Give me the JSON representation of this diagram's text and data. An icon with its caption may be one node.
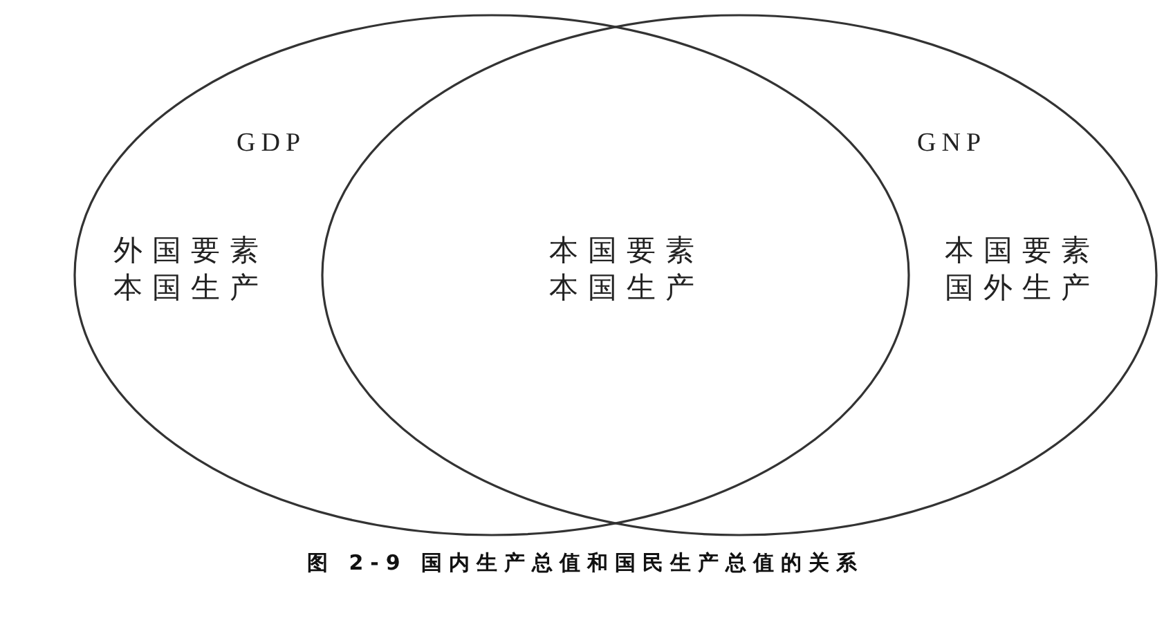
{
  "diagram": {
    "caption": "图 2-9 国内生产总值和国民生产总值的关系",
    "nodes": [
      {
        "text": [
          "GDP"
        ]
      },
      {
        "text": [
          "GNP"
        ]
      }
    ],
    "labels": [
      "外国要素本国生产",
      "本国要素本国生产",
      "本国要素国外生产"
    ]
  }
}
